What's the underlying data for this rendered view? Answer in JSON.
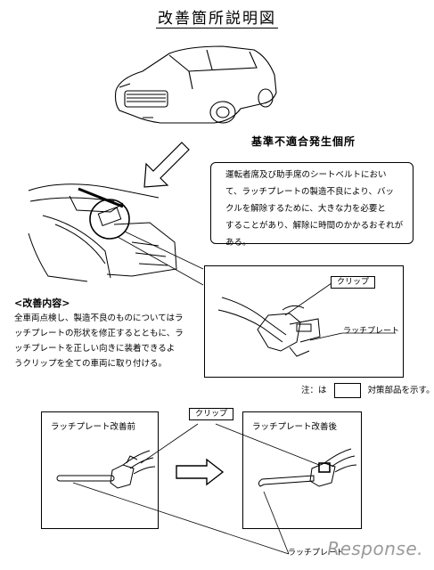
{
  "document": {
    "title": "改善箇所説明図",
    "defect_site_label": "基準不適合発生個所",
    "defect_description_lines": [
      "運転者席及び助手席のシートベルトにおい",
      "て、ラッチプレートの製造不良により、バッ",
      "クルを解除するために、大きな力を必要と",
      "することがあり、解除に時間のかかるおそれが",
      "ある。"
    ],
    "improvement_heading": "<改善内容>",
    "improvement_lines": [
      "全車両点検し、製造不良のものについてはラ",
      "ッチプレートの形状を修正するとともに、ラ",
      "ッチプレートを正しい向きに装着できるよ",
      "うクリップを全ての車両に取り付ける。"
    ],
    "callouts": {
      "clip": "クリップ",
      "latch_plate": "ラッチプレート"
    },
    "note": {
      "prefix": "注：は",
      "suffix": "対策部品を示す。"
    },
    "panels": {
      "before": "ラッチプレート改善前",
      "after": "ラッチプレート改善後"
    },
    "watermark": "Response."
  }
}
